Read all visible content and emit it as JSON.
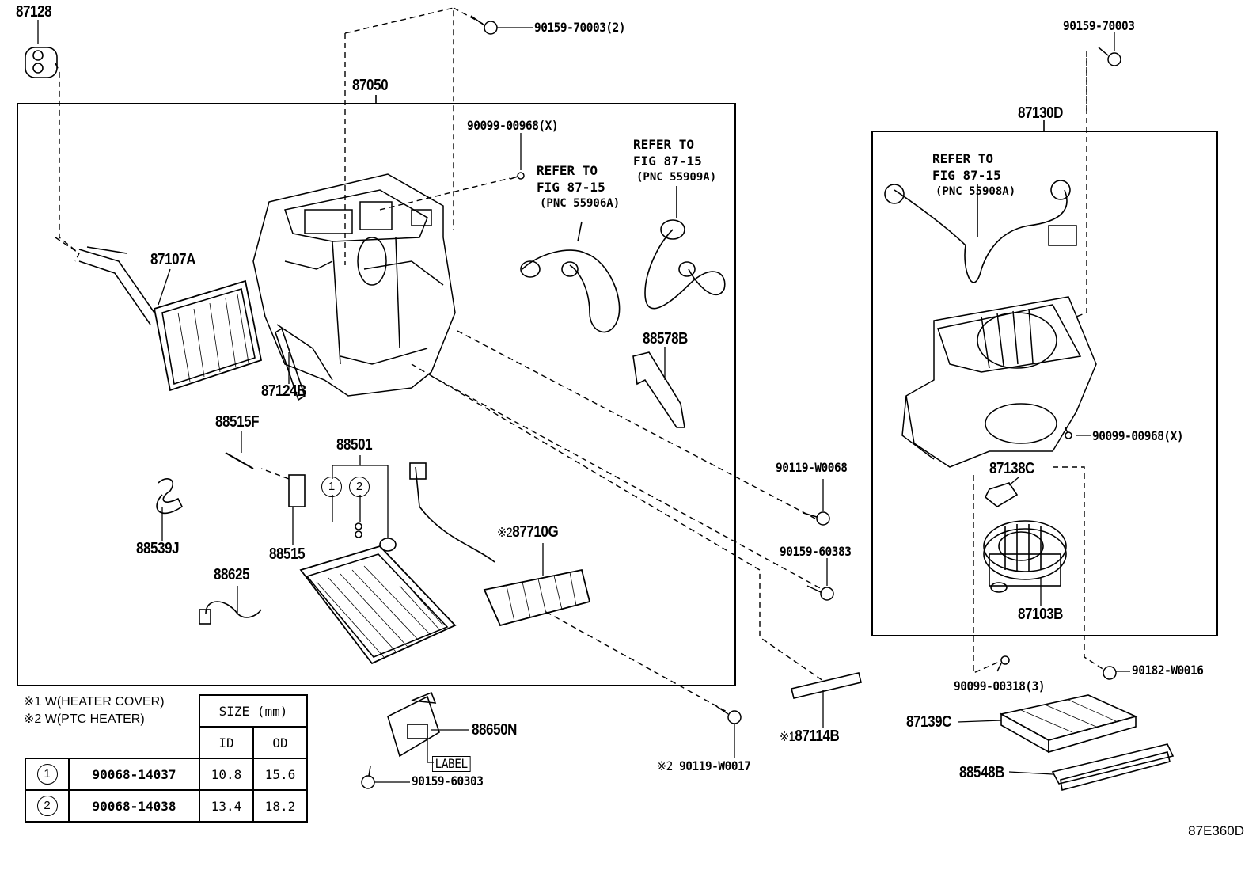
{
  "parts": {
    "p87128": "87128",
    "p87050": "87050",
    "p90159_70003_2": "90159-70003(2)",
    "p90159_70003": "90159-70003",
    "p87130D": "87130D",
    "p90099_00968_a": "90099-00968(X)",
    "p90099_00968_b": "90099-00968(X)",
    "p87107A": "87107A",
    "p87124B": "87124B",
    "p88578B": "88578B",
    "p88515F": "88515F",
    "p88501": "88501",
    "p88539J": "88539J",
    "p88515": "88515",
    "p87710G": "87710G",
    "p88625": "88625",
    "p90119_W0068": "90119-W0068",
    "p90159_60383": "90159-60383",
    "p87138C": "87138C",
    "p87103B": "87103B",
    "p90099_00318": "90099-00318(3)",
    "p90182_W0016": "90182-W0016",
    "p87139C": "87139C",
    "p88548B": "88548B",
    "p88650N": "88650N",
    "label_box": "LABEL",
    "p90159_60303": "90159-60303",
    "p90119_W0017": "90119-W0017",
    "p87114B": "87114B"
  },
  "marks": {
    "m1": "※1",
    "m2": "※2"
  },
  "refer": {
    "r1_line1": "REFER TO",
    "r1_line2": "FIG 87-15",
    "r1_pnc": "(PNC 55906A)",
    "r2_line1": "REFER TO",
    "r2_line2": "FIG 87-15",
    "r2_pnc": "(PNC 55909A)",
    "r3_line1": "REFER TO",
    "r3_line2": "FIG 87-15",
    "r3_pnc": "(PNC 55908A)"
  },
  "notes": {
    "note1": "※1 W(HEATER COVER)",
    "note2": "※2 W(PTC HEATER)"
  },
  "size_table": {
    "header": "SIZE (mm)",
    "col_id": "ID",
    "col_od": "OD",
    "rows": [
      {
        "mark": "1",
        "part": "90068-14037",
        "id": "10.8",
        "od": "15.6"
      },
      {
        "mark": "2",
        "part": "90068-14038",
        "id": "13.4",
        "od": "18.2"
      }
    ]
  },
  "callout_circles": [
    "1",
    "2"
  ],
  "diagram_code": "87E360D"
}
